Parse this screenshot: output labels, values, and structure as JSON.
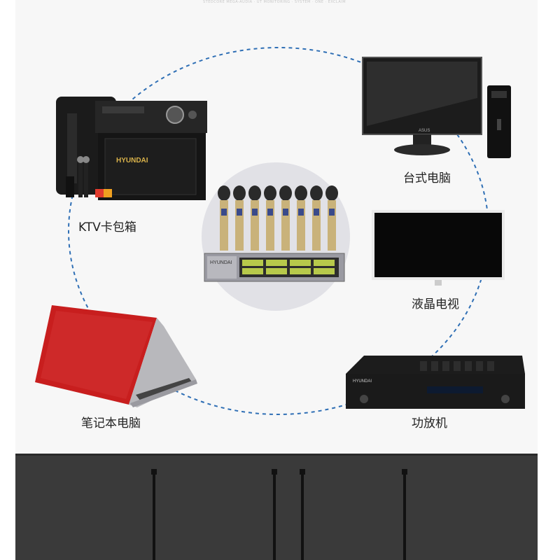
{
  "header": {
    "faint_text": "STEDCORE MEGA-AUDIA · UT MONITORING · SYSTEM · ONE · EXCLAIM"
  },
  "labels": {
    "ktv": "KTV卡包箱",
    "desktop": "台式电脑",
    "lcd_tv": "液晶电视",
    "laptop": "笔记本电脑",
    "amplifier": "功放机"
  },
  "brands": {
    "speaker": "HYUNDAI",
    "receiver": "HYUNDAI",
    "amp": "HYUNDAI",
    "monitor": "ASUS"
  },
  "colors": {
    "dashed_circle": "#2f6fb5",
    "laptop_red": "#c81e1e",
    "bottom_band": "#3a3a3a"
  }
}
